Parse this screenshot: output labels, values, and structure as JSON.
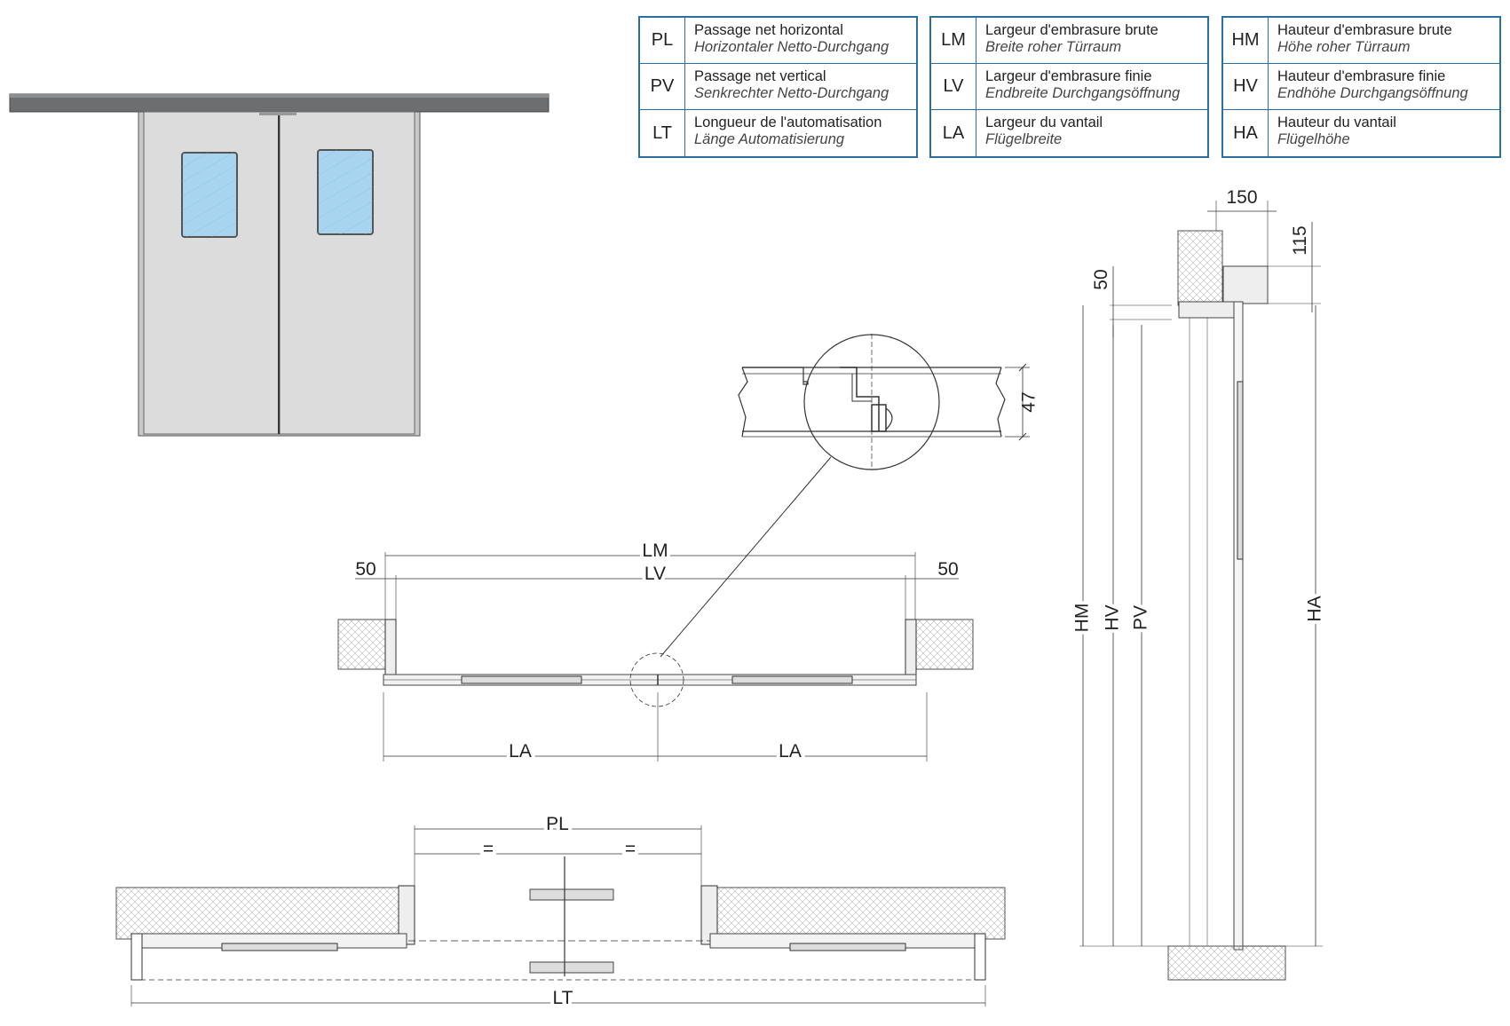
{
  "legend": [
    [
      {
        "code": "PL",
        "fr": "Passage net horizontal",
        "de": "Horizontaler Netto-Durchgang"
      },
      {
        "code": "PV",
        "fr": "Passage net vertical",
        "de": "Senkrechter Netto-Durchgang"
      },
      {
        "code": "LT",
        "fr": "Longueur de l'automatisation",
        "de": "Länge Automatisierung"
      }
    ],
    [
      {
        "code": "LM",
        "fr": "Largeur d'embrasure brute",
        "de": "Breite roher Türraum"
      },
      {
        "code": "LV",
        "fr": "Largeur d'embrasure finie",
        "de": "Endbreite Durchgangsöffnung"
      },
      {
        "code": "LA",
        "fr": "Largeur du vantail",
        "de": "Flügelbreite"
      }
    ],
    [
      {
        "code": "HM",
        "fr": "Hauteur d'embrasure brute",
        "de": "Höhe roher Türraum"
      },
      {
        "code": "HV",
        "fr": "Hauteur d'embrasure finie",
        "de": "Endhöhe Durchgangsöffnung"
      },
      {
        "code": "HA",
        "fr": "Hauteur du vantail",
        "de": "Flügelhöhe"
      }
    ]
  ],
  "dimensions": {
    "lm": "LM",
    "lv": "LV",
    "la_left": "LA",
    "la_right": "LA",
    "margin_left": "50",
    "margin_right": "50",
    "detail_thickness": "47",
    "pl": "PL",
    "eq_left": "=",
    "eq_right": "=",
    "lt": "LT",
    "side_width": "150",
    "side_height": "115",
    "side_gap": "50",
    "hm": "HM",
    "hv": "HV",
    "pv": "PV",
    "ha": "HA"
  },
  "colors": {
    "legend_border": "#2a6f9e",
    "door_panel": "#dcdcdc",
    "glass": "#a9d4f0",
    "rail": "#6d6e70",
    "line": "#333333"
  }
}
